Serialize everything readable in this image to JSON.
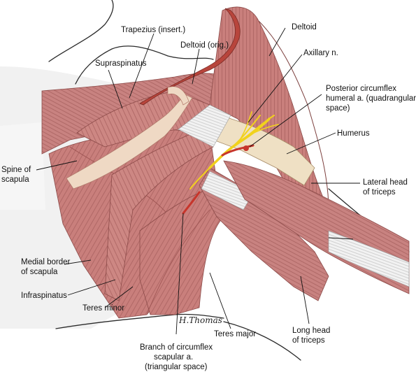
{
  "labels": {
    "trapezius": "Trapezius (insert.)",
    "supraspinatus": "Supraspinatus",
    "deltoid_orig": "Deltoid (orig.)",
    "deltoid": "Deltoid",
    "axillary": "Axillary n.",
    "pcha_1": "Posterior circumflex",
    "pcha_2": "humeral a. (quadrangular",
    "pcha_3": "space)",
    "humerus": "Humerus",
    "lateral_1": "Lateral head",
    "lateral_2": "of triceps",
    "spine_1": "Spine of",
    "spine_2": "scapula",
    "medial_1": "Medial border",
    "medial_2": "of scapula",
    "infraspinatus": "Infraspinatus",
    "teres_minor": "Teres minor",
    "teres_major": "Teres major",
    "long_1": "Long head",
    "long_2": "of triceps",
    "branch_1": "Branch of circumflex",
    "branch_2": "scapular a.",
    "branch_3": "(triangular space)"
  },
  "signature": "H.Thomas",
  "colors": {
    "muscle": "#c97f7c",
    "muscle_light": "#dba4a0",
    "muscle_dark": "#a55e5c",
    "cut_edge": "#b8453c",
    "tendon": "#eeeeee",
    "bone": "#efe0c4",
    "nerve": "#f1d21c",
    "artery": "#c7352b",
    "skin": "#f3f3f3"
  }
}
